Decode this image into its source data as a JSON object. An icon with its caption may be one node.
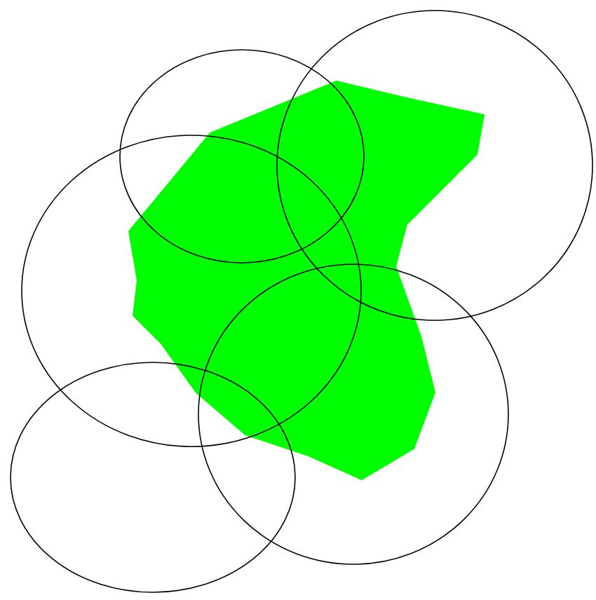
{
  "diagram": {
    "nodes": [
      {
        "text": [],
        "shape": "circle"
      },
      {
        "text": [],
        "shape": "circle"
      },
      {
        "text": [],
        "shape": "blob"
      },
      {
        "text": [],
        "shape": "circle"
      },
      {
        "text": [],
        "shape": "circle"
      },
      {
        "text": [],
        "shape": "circle"
      }
    ]
  }
}
